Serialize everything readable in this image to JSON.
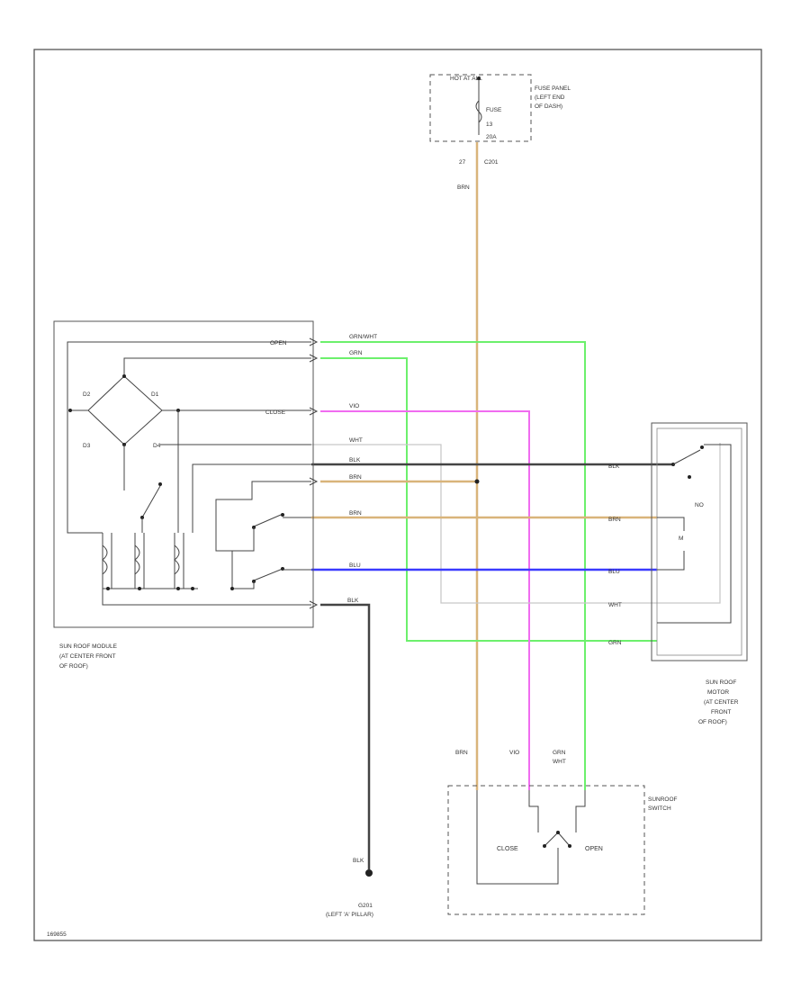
{
  "fuse_panel": {
    "feed_label": "HOT AT ALL",
    "fuse_label": "FUSE",
    "fuse_number": "13",
    "fuse_amps": "20A",
    "location": [
      "FUSE PANEL",
      "(LEFT END",
      "OF DASH)"
    ],
    "pin": "27",
    "connector": "C201"
  },
  "sunroof_module": {
    "name": [
      "SUN ROOF MODULE",
      "(AT CENTER FRONT",
      "OF ROOF)"
    ],
    "diode_labels": [
      "D2",
      "D1",
      "D3",
      "D4"
    ],
    "pin_open": "OPEN",
    "pin_close": "CLOSE"
  },
  "sunroof_motor": {
    "name": [
      "SUN ROOF",
      "MOTOR",
      "(AT CENTER",
      "FRONT",
      "OF ROOF)"
    ],
    "switch_label": "NO",
    "motor_label": "M"
  },
  "sunroof_switch": {
    "name": [
      "SUNROOF",
      "SWITCH"
    ],
    "close_label": "CLOSE",
    "open_label": "OPEN"
  },
  "ground": {
    "name": "G201",
    "location": "(LEFT 'A' PILLAR)"
  },
  "wires": {
    "w_brn_main": "BRN",
    "w_grn_wht": "GRN/WHT",
    "w_grn": "GRN",
    "w_vio": "VIO",
    "w_wht": "WHT",
    "w_blk": "BLK",
    "w_brn": "BRN",
    "w_blu": "BLU",
    "w_sw_brn": "BRN",
    "w_sw_vio": "VIO",
    "w_sw_grn": "GRN",
    "w_sw_wht": "WHT",
    "w_gnd_blk": "BLK"
  },
  "footer_code": "169855",
  "colors": {
    "brown": "#d9b47a",
    "green": "#6cf06c",
    "violet": "#f06cf0",
    "blue": "#3b3bff",
    "black": "#333333",
    "white_wire": "#bbbbbb"
  }
}
